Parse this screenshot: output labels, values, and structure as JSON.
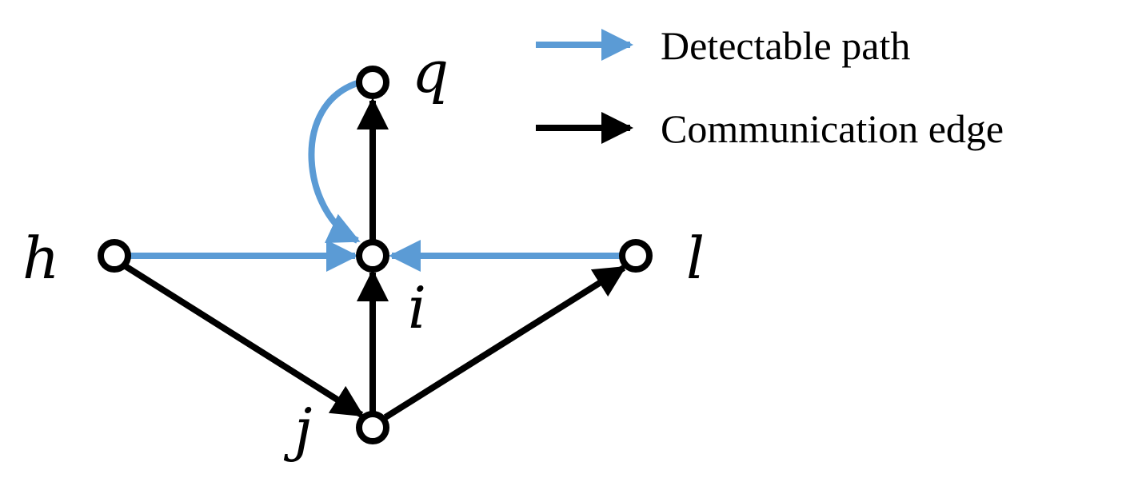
{
  "legend": {
    "detectable_label": "Detectable path",
    "communication_label": "Communication edge"
  },
  "colors": {
    "detectable": "#5B9BD5",
    "communication": "#000000"
  },
  "nodes": {
    "q": "q",
    "h": "h",
    "i": "i",
    "l": "l",
    "j": "j"
  }
}
